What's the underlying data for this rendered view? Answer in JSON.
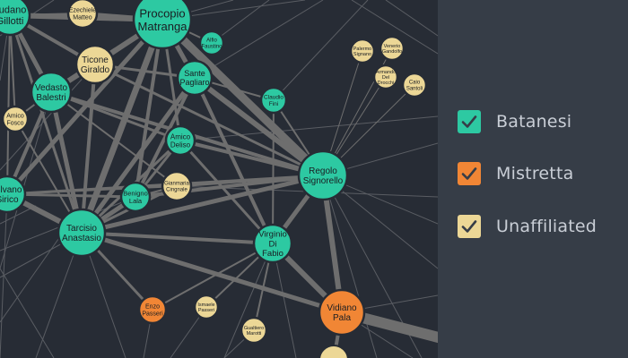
{
  "colors": {
    "background": "#272c35",
    "panel": "#363d47",
    "edge": "#6e6e6e",
    "node_outline": "#272c35",
    "label": "#1a1d22",
    "legend_text": "#c9ced6",
    "Batanesi": "#2dc9a2",
    "Mistretta": "#f18635",
    "Unaffiliated": "#ecd796"
  },
  "legend": [
    {
      "label": "Batanesi",
      "group": "Batanesi",
      "checked": true,
      "icon": "checkmark-icon"
    },
    {
      "label": "Mistretta",
      "group": "Mistretta",
      "checked": true,
      "icon": "checkmark-icon"
    },
    {
      "label": "Unaffiliated",
      "group": "Unaffiliated",
      "checked": true,
      "icon": "checkmark-icon"
    }
  ],
  "nodes": [
    {
      "id": "ludano",
      "lines": [
        "Ludano",
        "Gillotti"
      ],
      "group": "Batanesi"
    },
    {
      "id": "ezechiele",
      "lines": [
        "Ezechiele",
        "Matteo"
      ],
      "group": "Unaffiliated"
    },
    {
      "id": "procopio",
      "lines": [
        "Procopio",
        "Matranga"
      ],
      "group": "Batanesi"
    },
    {
      "id": "alfio",
      "lines": [
        "Alfio",
        "Faustino"
      ],
      "group": "Batanesi"
    },
    {
      "id": "ticone",
      "lines": [
        "Ticone",
        "Giraldo"
      ],
      "group": "Unaffiliated"
    },
    {
      "id": "sante",
      "lines": [
        "Sante",
        "Pagliaro"
      ],
      "group": "Batanesi"
    },
    {
      "id": "vedasto",
      "lines": [
        "Vedasto",
        "Balestri"
      ],
      "group": "Batanesi"
    },
    {
      "id": "claudio",
      "lines": [
        "Claudio",
        "Fini"
      ],
      "group": "Batanesi"
    },
    {
      "id": "amicof",
      "lines": [
        "Amico",
        "Fosco"
      ],
      "group": "Unaffiliated"
    },
    {
      "id": "amicod",
      "lines": [
        "Amico",
        "Deliso"
      ],
      "group": "Batanesi"
    },
    {
      "id": "regolo",
      "lines": [
        "Regolo",
        "Signorello"
      ],
      "group": "Batanesi"
    },
    {
      "id": "silvano",
      "lines": [
        "Silvano",
        "Sirico"
      ],
      "group": "Batanesi"
    },
    {
      "id": "gianmaria",
      "lines": [
        "Gianmaria",
        "Cingnale"
      ],
      "group": "Unaffiliated"
    },
    {
      "id": "benigno",
      "lines": [
        "Benigno",
        "Lala"
      ],
      "group": "Batanesi"
    },
    {
      "id": "tarcisio",
      "lines": [
        "Tarcisio",
        "Anastasio"
      ],
      "group": "Batanesi"
    },
    {
      "id": "virginio",
      "lines": [
        "Virginio",
        "Di",
        "Fabio"
      ],
      "group": "Batanesi"
    },
    {
      "id": "enzo",
      "lines": [
        "Enzo",
        "Passeri"
      ],
      "group": "Mistretta"
    },
    {
      "id": "ismaele",
      "lines": [
        "Ismaele",
        "Passeri"
      ],
      "group": "Unaffiliated"
    },
    {
      "id": "gualtiero",
      "lines": [
        "Gualtiero",
        "Marotti"
      ],
      "group": "Unaffiliated"
    },
    {
      "id": "vidiano",
      "lines": [
        "Vidiano",
        "Pala"
      ],
      "group": "Mistretta"
    },
    {
      "id": "palermo",
      "lines": [
        "Palermo",
        "Signano"
      ],
      "group": "Unaffiliated"
    },
    {
      "id": "venerio",
      "lines": [
        "Venerio",
        "Gandolfo"
      ],
      "group": "Unaffiliated"
    },
    {
      "id": "armando",
      "lines": [
        "Armando",
        "Del",
        "Drocchi"
      ],
      "group": "Unaffiliated"
    },
    {
      "id": "caio",
      "lines": [
        "Caio",
        "Santoli"
      ],
      "group": "Unaffiliated"
    }
  ]
}
